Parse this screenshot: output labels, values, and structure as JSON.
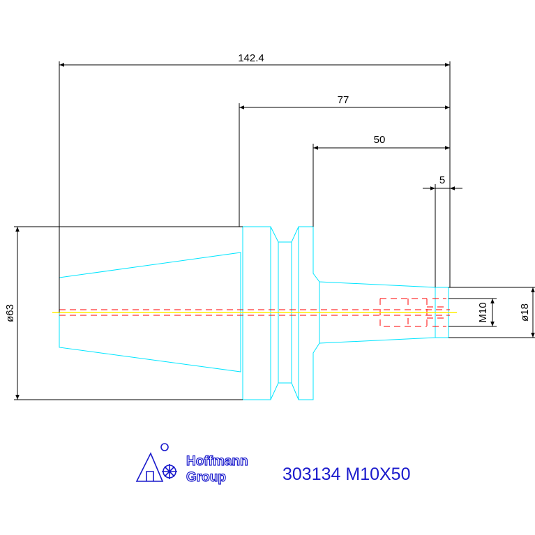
{
  "drawing": {
    "dimensions": {
      "overall_length": "142.4",
      "taper_length": "77",
      "shank_length": "50",
      "thread_depth": "5",
      "diameter_large": "ø63",
      "thread_size": "M10",
      "diameter_small": "ø18"
    },
    "logo": {
      "line1": "Hoffmann",
      "line2": "Group"
    },
    "part_code": "303134 M10X50"
  },
  "colors": {
    "dimension": "#000000",
    "outline": "#00e5ff",
    "thread": "#ff0000",
    "centerline": "#ffee00",
    "brand": "#1a1acc"
  }
}
